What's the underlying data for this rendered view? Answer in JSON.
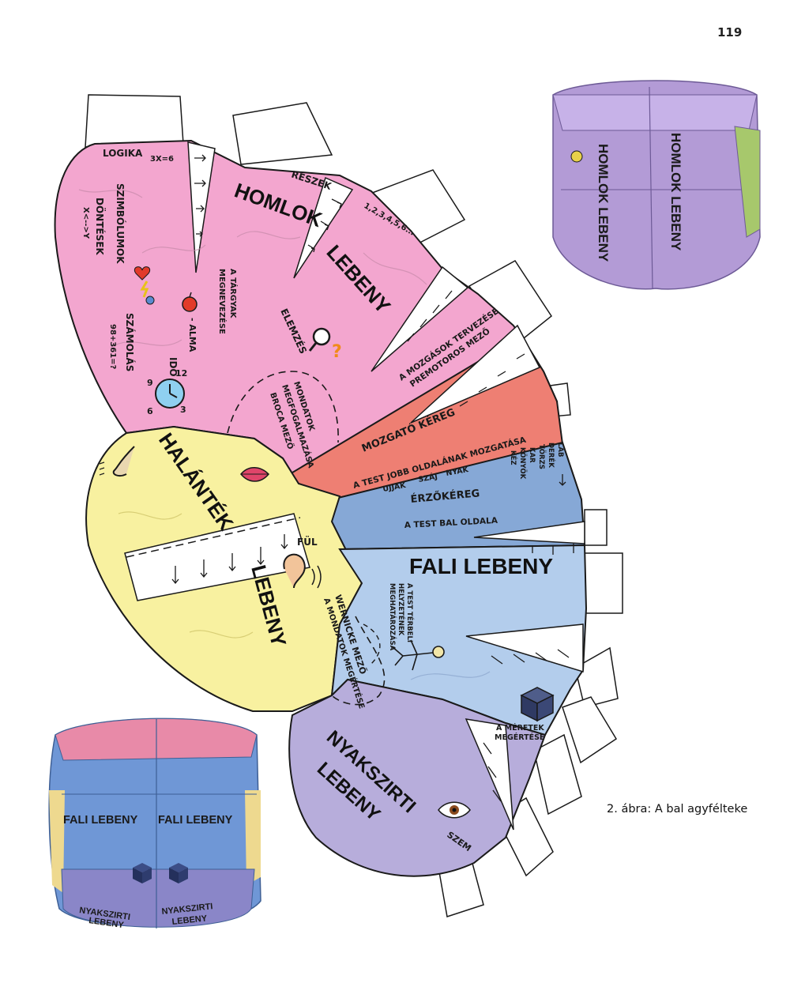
{
  "page": {
    "number": "119",
    "caption": "2. ábra: A bal agyfélteke"
  },
  "frontal": {
    "title_1": "HOMLOK",
    "title_2": "LEBENY",
    "logic": "LOGIKA",
    "logic_formula": "3X=6",
    "symbols": "SZIMBÓLUMOK",
    "decisions": "DÖNTÉSEK",
    "decision_formula": "X<-->Y",
    "counting": "SZÁMOLÁS",
    "counting_formula": "98+361=?",
    "naming_1": "A TÁRGYAK",
    "naming_2": "MEGNEVEZÉSE",
    "apple": "- ALMA",
    "parts": "RÉSZEK",
    "sequence": "1,2,3,4,5,6...",
    "analysis": "ELEMZÉS",
    "time": "IDŐ",
    "clock_12": "12",
    "clock_9": "9",
    "clock_3": "3",
    "clock_6": "6",
    "broca_1": "MONDATOK",
    "broca_2": "MEGFOGALMAZÁSA",
    "broca_3": "BROCA MEZŐ",
    "premotor_1": "A MOZGÁSOK TERVEZÉSE",
    "premotor_2": "PREMOTOROS MEZŐ"
  },
  "motor": {
    "title": "MOZGATÓ KÉREG",
    "subtitle": "A TEST JOBB OLDALÁNAK MOZGATÁSA"
  },
  "sensory": {
    "title": "ÉRZŐKÉREG",
    "subtitle": "A TEST BAL OLDALA",
    "items": [
      "UJJAK",
      "SZÁJ",
      "NYAK"
    ],
    "body_parts": [
      "LÁB",
      "DERÉK",
      "TÖRZS",
      "KAR",
      "KÖNYÖK",
      "KÉZ"
    ]
  },
  "temporal": {
    "title_1": "HALÁNTÉK",
    "title_2": "LEBENY",
    "ear": "FÜL",
    "wernicke_1": "WERNICKE MEZŐ",
    "wernicke_2": "A MONDATOK MEGÉRTÉSE"
  },
  "parietal": {
    "title": "FALI LEBENY",
    "spatial_1": "A TEST TÉRBELI",
    "spatial_2": "HELYZETÉNEK",
    "spatial_3": "MEGHATÁROZÁSA",
    "size_1": "A MÉRETEK",
    "size_2": "MEGÉRTÉSE"
  },
  "occipital": {
    "title_1": "NYAKSZIRTI",
    "title_2": "LEBENY",
    "eye": "SZEM"
  },
  "photo_top": {
    "label_1": "HOMLOK LEBENY",
    "label_2": "HOMLOK LEBENY"
  },
  "photo_bottom": {
    "label_1": "FALI LEBENY",
    "label_2": "FALI LEBENY",
    "label_3": "NYAKSZIRTI",
    "label_4": "LEBENY",
    "label_5": "NYAKSZIRTI",
    "label_6": "LEBENY"
  },
  "colors": {
    "frontal": "#f3a6cf",
    "motor": "#ee7f73",
    "sensory": "#86a8d6",
    "temporal": "#f8f1a0",
    "parietal": "#b3cdec",
    "occipital": "#b7addb"
  }
}
